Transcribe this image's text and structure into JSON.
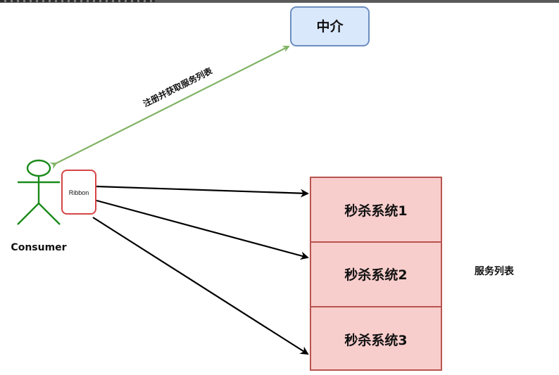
{
  "mediator": {
    "label": "中介"
  },
  "register_edge": {
    "label": "注册并获取服务列表"
  },
  "consumer": {
    "label": "Consumer"
  },
  "ribbon": {
    "label": "Ribbon"
  },
  "services": [
    {
      "label": "秒杀系统1"
    },
    {
      "label": "秒杀系统2"
    },
    {
      "label": "秒杀系统3"
    }
  ],
  "service_list": {
    "label": "服务列表"
  },
  "colors": {
    "mediator_fill": "#dae8fc",
    "mediator_stroke": "#6c8ebf",
    "register_edge": "#82b366",
    "consumer_stroke": "#1a8a1a",
    "ribbon_stroke": "#d64545",
    "service_fill": "#f8cecc",
    "service_stroke": "#b85450",
    "call_edge": "#000000"
  }
}
